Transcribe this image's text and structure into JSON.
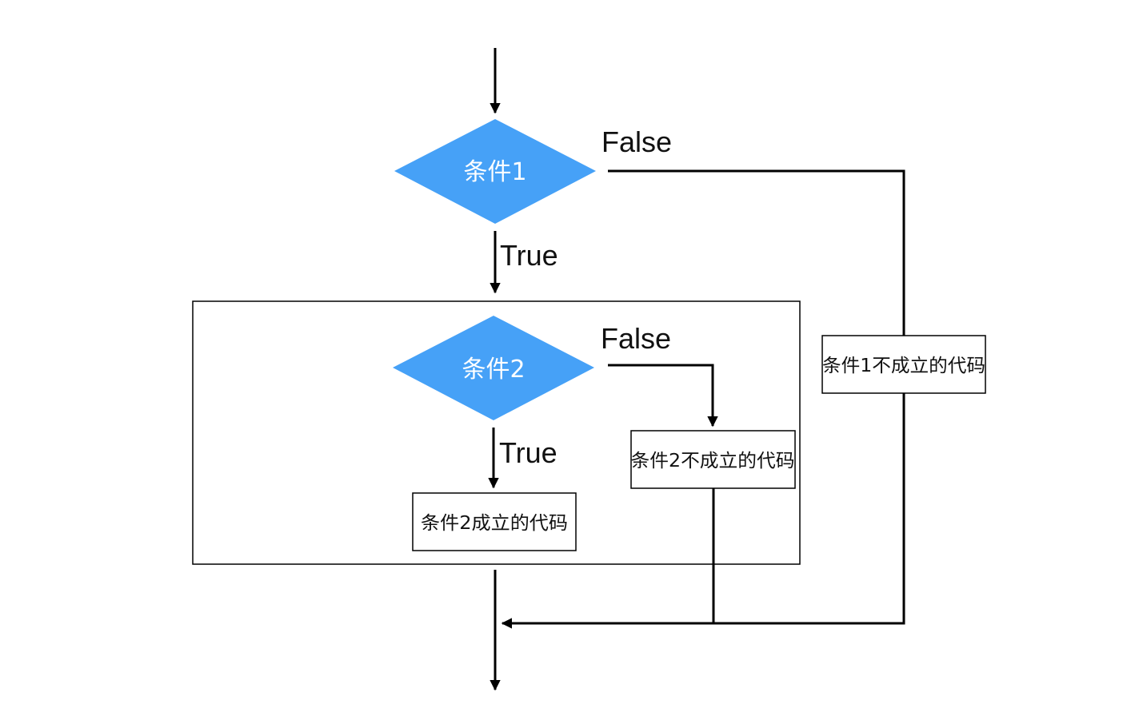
{
  "colors": {
    "decision_fill": "#46A1F7",
    "decision_text": "#ffffff",
    "line": "#000000",
    "box_border": "#000000"
  },
  "diagram": {
    "decision1": {
      "label": "条件1"
    },
    "decision2": {
      "label": "条件2"
    },
    "branch_labels": {
      "d1_false": "False",
      "d1_true": "True",
      "d2_false": "False",
      "d2_true": "True"
    },
    "boxes": {
      "c1_false_code": "条件1不成立的代码",
      "c2_false_code": "条件2不成立的代码",
      "c2_true_code": "条件2成立的代码"
    }
  }
}
